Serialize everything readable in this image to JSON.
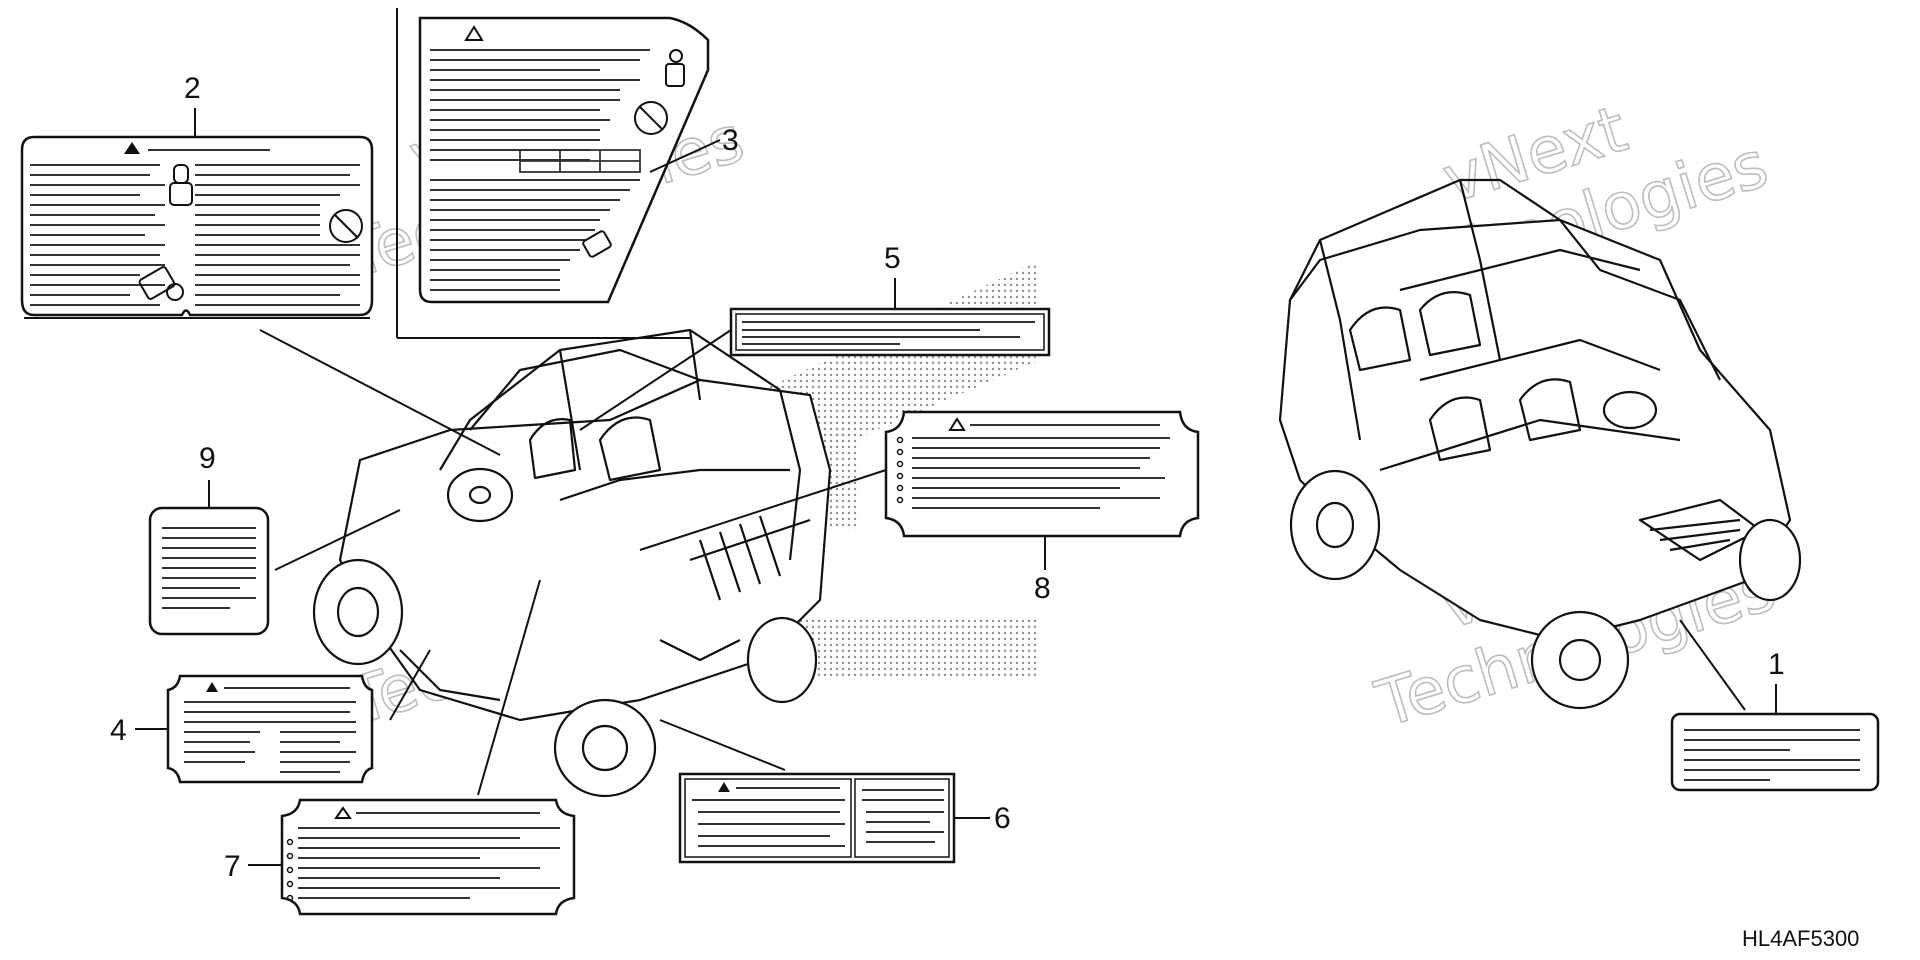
{
  "diagram": {
    "callouts": [
      {
        "num": "1"
      },
      {
        "num": "2"
      },
      {
        "num": "3"
      },
      {
        "num": "4"
      },
      {
        "num": "5"
      },
      {
        "num": "6"
      },
      {
        "num": "7"
      },
      {
        "num": "8"
      },
      {
        "num": "9"
      }
    ],
    "part_code": "HL4AF5300",
    "watermark": {
      "line1": "vNext",
      "line2": "Technologies"
    }
  }
}
